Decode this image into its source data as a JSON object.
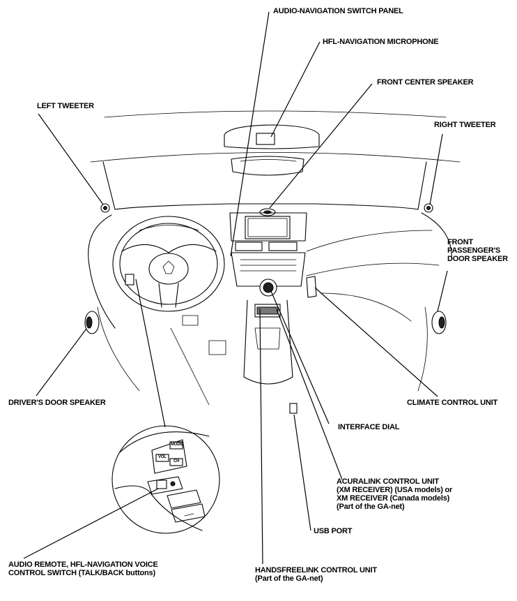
{
  "labels": {
    "audio_nav_switch_panel": "AUDIO-NAVIGATION SWITCH PANEL",
    "hfl_nav_microphone": "HFL-NAVIGATION MICROPHONE",
    "front_center_speaker": "FRONT CENTER SPEAKER",
    "left_tweeter": "LEFT TWEETER",
    "right_tweeter": "RIGHT TWEETER",
    "front_passenger_door_speaker": [
      "FRONT",
      "PASSENGER'S",
      "DOOR SPEAKER"
    ],
    "drivers_door_speaker": "DRIVER'S DOOR SPEAKER",
    "climate_control_unit": "CLIMATE CONTROL UNIT",
    "interface_dial": "INTERFACE DIAL",
    "acuralink_control_unit": [
      "ACURALINK CONTROL UNIT",
      "(XM RECEIVER) (USA models) or",
      "XM RECEIVER (Canada models)",
      "(Part of the GA-net)"
    ],
    "usb_port": "USB PORT",
    "audio_remote_switch": [
      "AUDIO REMOTE, HFL-NAVIGATION VOICE",
      "CONTROL SWITCH (TALK/BACK buttons)"
    ],
    "handsfreelink_control_unit": [
      "HANDSFREELINK CONTROL UNIT",
      "(Part of the GA-net)"
    ]
  },
  "switch_buttons": {
    "mode": "MODE",
    "vol": "VOL",
    "ch": "CH"
  }
}
